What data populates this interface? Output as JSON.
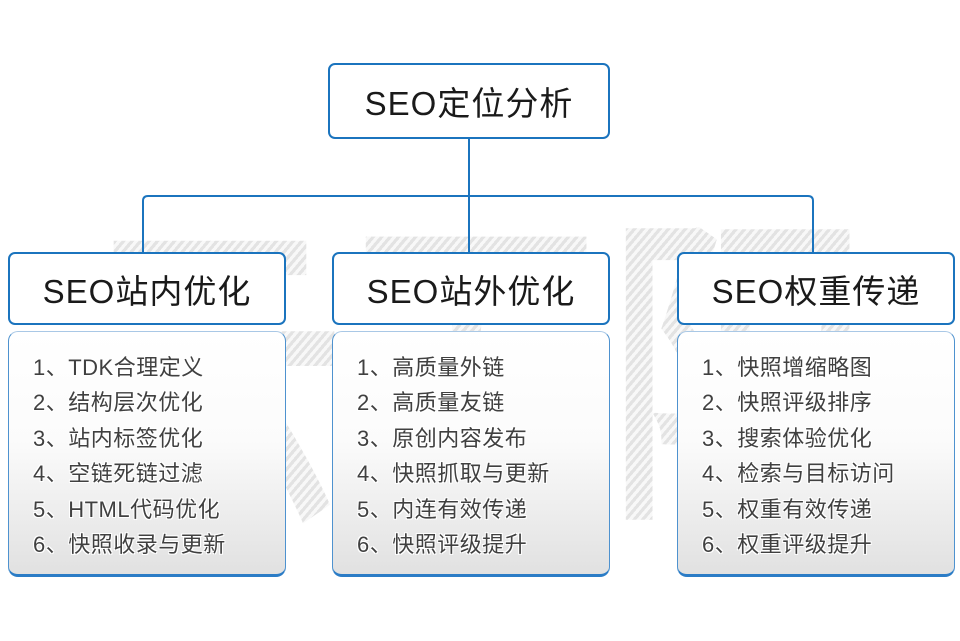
{
  "root_box": {
    "label": "SEO定位分析"
  },
  "columns": [
    {
      "title": "SEO站内优化",
      "items": [
        "1、TDK合理定义",
        "2、结构层次优化",
        "3、站内标签优化",
        "4、空链死链过滤",
        "5、HTML代码优化",
        "6、快照收录与更新"
      ]
    },
    {
      "title": "SEO站外优化",
      "items": [
        "1、高质量外链",
        "2、高质量友链",
        "3、原创内容发布",
        "4、快照抓取与更新",
        "5、内连有效传递",
        "6、快照评级提升"
      ]
    },
    {
      "title": "SEO权重传递",
      "items": [
        "1、快照增缩略图",
        "2、快照评级排序",
        "3、搜索体验优化",
        "4、检索与目标访问",
        "5、权重有效传递",
        "6、权重评级提升"
      ]
    }
  ],
  "watermark": {
    "text": "云无限"
  },
  "colors": {
    "connector_blue": "#1b74be",
    "box_border_blue": "#1b74be",
    "panel_bottom_blue": "#2b7cc6",
    "panel_gradient_bottom": "#e1e1e1",
    "watermark_gray": "#ececec",
    "header_text": "#1a1a1a",
    "list_text": "#404040"
  }
}
